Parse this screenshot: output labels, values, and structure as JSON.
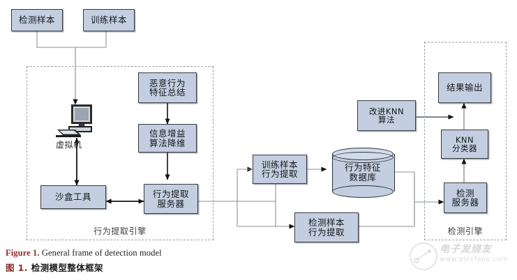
{
  "figure": {
    "caption_en_prefix": "Figure 1.",
    "caption_en_text": " General frame of detection model",
    "caption_zh_prefix": "图",
    "caption_zh_num": "1.",
    "caption_zh_text": "检测模型整体框架"
  },
  "colors": {
    "node_fill": "#c3cfe0",
    "node_border": "#35393f",
    "panel_border": "#9aa0aa",
    "connector": "#8a9099",
    "arrow_dark": "#101214",
    "caption_accent": "#8e2a2a"
  },
  "nodes": {
    "detect_sample": "检测样本",
    "train_sample": "训练样本",
    "malicious_feature": "恶意行为\n特征总结",
    "info_gain": "信息增益\n算法降维",
    "sandbox_tool": "沙盒工具",
    "behavior_server": "行为提取\n服务器",
    "train_sample_extract": "训练样本\n行为提取",
    "detect_sample_extract": "检测样本\n行为提取",
    "feature_db": "行为特征\n数据库",
    "improved_knn": "改进KNN\n算法",
    "result_output": "结果输出",
    "knn_classifier": "KNN\n分类器",
    "detect_server": "检测\n服务器",
    "vm_label": "虚拟机"
  },
  "panels": {
    "extraction_engine_label": "行为提取引擎",
    "detection_engine_label": "检测引擎"
  },
  "watermark": {
    "brand": "电子发烧友",
    "url": "www.elecfans.com"
  }
}
